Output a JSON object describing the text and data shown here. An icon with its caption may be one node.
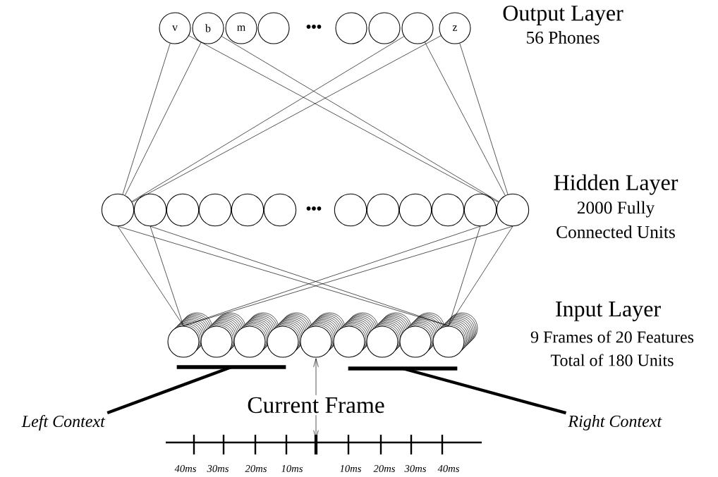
{
  "diagram": {
    "nodes": [
      {
        "text": [
          "v"
        ]
      },
      {
        "text": [
          "b"
        ]
      },
      {
        "text": [
          "m"
        ]
      },
      {
        "text": [],
        "shape": "circle"
      },
      {
        "text": [],
        "shape": "circle"
      },
      {
        "text": [],
        "shape": "circle"
      },
      {
        "text": [],
        "shape": "circle"
      },
      {
        "text": [
          "z"
        ]
      },
      {
        "text": [],
        "shape": "circle"
      },
      {
        "text": [],
        "shape": "circle"
      },
      {
        "text": [],
        "shape": "circle"
      },
      {
        "text": [],
        "shape": "circle"
      },
      {
        "text": [],
        "shape": "circle"
      },
      {
        "text": [],
        "shape": "circle"
      },
      {
        "text": [],
        "shape": "circle"
      },
      {
        "text": [],
        "shape": "circle"
      },
      {
        "text": [],
        "shape": "circle"
      },
      {
        "text": [],
        "shape": "circle"
      },
      {
        "text": [],
        "shape": "circle"
      },
      {
        "text": [],
        "shape": "circle"
      },
      {
        "text": [],
        "shape": "circle"
      },
      {
        "text": [],
        "shape": "circle"
      },
      {
        "text": [],
        "shape": "circle"
      },
      {
        "text": [],
        "shape": "circle"
      },
      {
        "text": [],
        "shape": "circle"
      },
      {
        "text": [],
        "shape": "circle"
      },
      {
        "text": [],
        "shape": "circle"
      },
      {
        "text": [],
        "shape": "circle"
      },
      {
        "text": [],
        "shape": "circle"
      },
      {
        "text": [],
        "shape": "bar"
      },
      {
        "text": [],
        "shape": "bar"
      },
      {
        "text": [
          "*Left Context*"
        ]
      },
      {
        "text": [
          "*Right Context*"
        ]
      },
      {
        "text": [
          "Current Frame"
        ]
      }
    ],
    "edges": [
      {
        "from": 0,
        "to": 8,
        "arrow": "none"
      },
      {
        "from": 0,
        "to": 19,
        "arrow": "none"
      },
      {
        "from": 1,
        "to": 8,
        "arrow": "none"
      },
      {
        "from": 1,
        "to": 19,
        "arrow": "none"
      },
      {
        "from": 6,
        "to": 8,
        "arrow": "none"
      },
      {
        "from": 6,
        "to": 19,
        "arrow": "none"
      },
      {
        "from": 7,
        "to": 8,
        "arrow": "none"
      },
      {
        "from": 7,
        "to": 19,
        "arrow": "none"
      },
      {
        "from": 8,
        "to": 20,
        "arrow": "none"
      },
      {
        "from": 8,
        "to": 28,
        "arrow": "none"
      },
      {
        "from": 9,
        "to": 20,
        "arrow": "none"
      },
      {
        "from": 9,
        "to": 28,
        "arrow": "none"
      },
      {
        "from": 18,
        "to": 20,
        "arrow": "none"
      },
      {
        "from": 18,
        "to": 28,
        "arrow": "none"
      },
      {
        "from": 19,
        "to": 20,
        "arrow": "none"
      },
      {
        "from": 19,
        "to": 28,
        "arrow": "none"
      },
      {
        "from": 31,
        "to": 29,
        "arrow": "none",
        "style": "thick"
      },
      {
        "from": 32,
        "to": 30,
        "arrow": "none",
        "style": "thick"
      },
      {
        "from": 33,
        "to": 24,
        "arrow": "to"
      },
      {
        "from": 33,
        "to": null,
        "arrow": "to"
      }
    ],
    "labels": [
      "•••",
      "Output Layer",
      "56 Phones",
      "•••",
      "Hidden Layer",
      "2000 Fully",
      "Connected Units",
      "Input Layer",
      "9 Frames of 20 Features",
      "Total of 180 Units",
      "40ms",
      "30ms",
      "20ms",
      "10ms",
      "10ms",
      "20ms",
      "30ms",
      "40ms"
    ]
  }
}
